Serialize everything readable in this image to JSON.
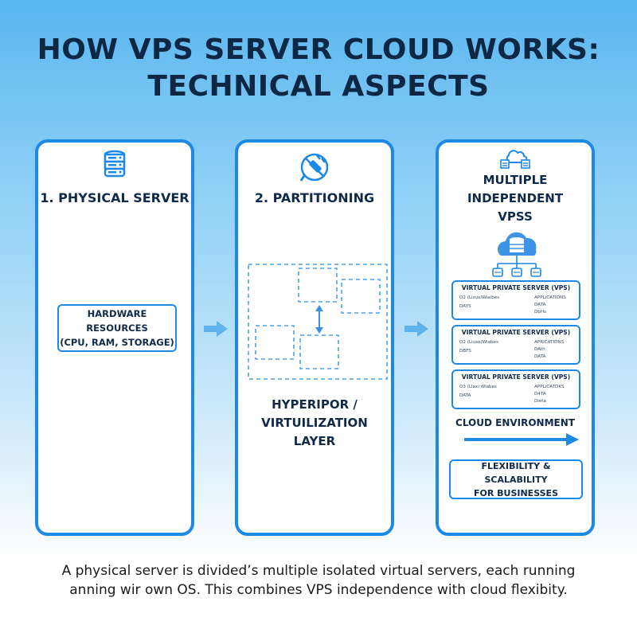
{
  "title": {
    "line1": "HOW VPS SERVER CLOUD WORKS:",
    "line2": "TECHNICAL ASPECTS"
  },
  "colors": {
    "accent": "#1e88e5",
    "arrow": "#5fb3ec",
    "title_text": "#0e2744"
  },
  "panels": {
    "physical": {
      "icon": "server-database-icon",
      "heading": "1. PHYSICAL SERVER",
      "box_line1": "HARDWARE RESOURCES",
      "box_line2": "(CPU, RAM, STORAGE)"
    },
    "partitioning": {
      "icon": "plug-tool-icon",
      "heading": "2. PARTITIONING",
      "layer_line1": "HYPERIPOR /",
      "layer_line2": "VIRTUILIZATION",
      "layer_line3": "LAYER"
    },
    "vps": {
      "icon": "cloud-servers-icon",
      "heading_line1": "MULTIPLE",
      "heading_line2": "INDEPENDENT",
      "heading_line3": "VPSS",
      "cards": [
        {
          "title": "VIRTUAL PRIVATE SERVER (VPS)",
          "left1": "O2 (Lizux/Wiaibes",
          "left2": "DAYS",
          "right1": "APPLICATIDNS",
          "right2": "DATA",
          "right3": "DbHs"
        },
        {
          "title": "VIRTUAL PRIVATE SERVER (VPS)",
          "left1": "O2 (Liuxe/Wiabes",
          "left2": "DBFS",
          "right1": "APRICATIDNS",
          "right2": "DAth",
          "right3": "DATA"
        },
        {
          "title": "VIRTUAL PRIVATE SERVER (VPS)",
          "left1": "O3 (Llaxi Wiabes",
          "left2": "DATA",
          "right1": "APPLICATDKS",
          "right2": "D4TA",
          "right3": "Dieta"
        }
      ],
      "cloud_env": "CLOUD ENVIRONMENT",
      "flex_line1": "FLEXIBILITY & SCALABILITY",
      "flex_line2": "FOR BUSINESSES"
    }
  },
  "caption": {
    "line1": "A physical server is divided’s multiple isolated virtual servers, each running",
    "line2": "anning wir own OS. This combines VPS independence with cloud flexibity."
  }
}
